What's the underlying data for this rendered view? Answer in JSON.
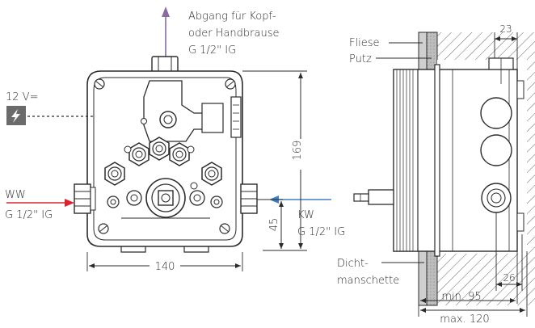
{
  "outlet_label_line1": "Abgang für Kopf-",
  "outlet_label_line2": "oder Handbrause",
  "outlet_label_line3": "G 1/2\" IG",
  "power_label": "12 V=",
  "power_icon": "lightning-icon",
  "ww_label": "WW",
  "ww_thread": "G 1/2\" IG",
  "kw_label": "KW",
  "kw_thread": "G 1/2\" IG",
  "dim_width": "140",
  "dim_height": "169",
  "dim_inlet_height": "45",
  "tile_label": "Fliese",
  "plaster_label": "Putz",
  "dim_top_depth": "23",
  "dim_side_offset": "26",
  "sleeve_label_line1": "Dicht-",
  "sleeve_label_line2": "manschette",
  "dim_min_depth": "min. 95",
  "dim_max_depth": "max. 120",
  "colors": {
    "outlet_arrow": "#8b6aa6",
    "hot_water_arrow": "#d9262e",
    "cold_water_arrow": "#3f7fc4",
    "line": "#2b2b2b",
    "power_icon_bg": "#6b6b6b"
  }
}
